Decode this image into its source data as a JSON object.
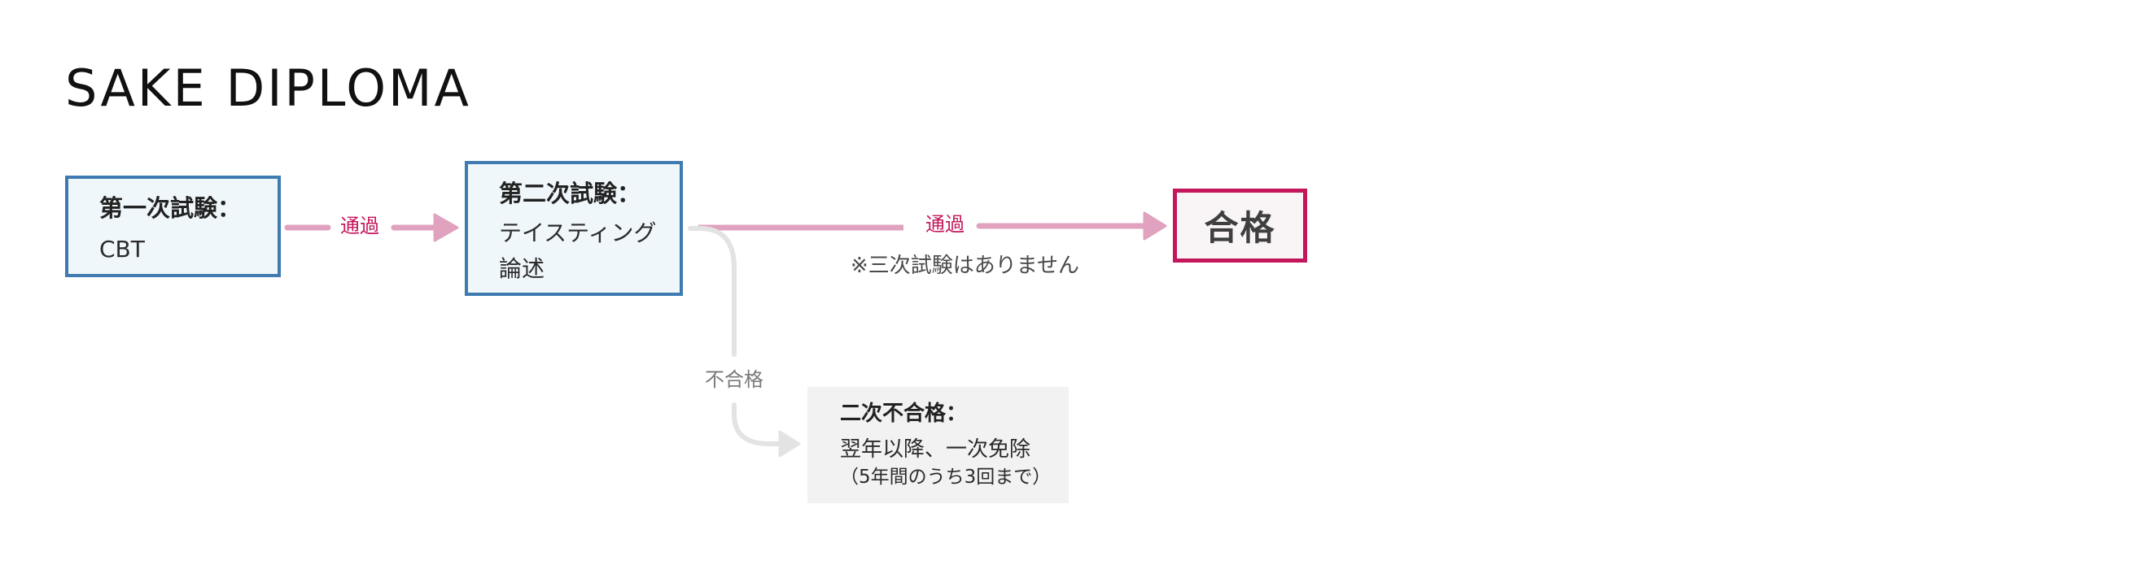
{
  "title": "SAKE DIPLOMA",
  "colors": {
    "stage_border": "#3f7bb0",
    "stage_bg": "#f0f7fa",
    "pass_arrow": "#e0a2bf",
    "pass_text": "#c4175b",
    "result_border": "#c4175b",
    "fail_arrow": "#e3e3e3",
    "fail_box_bg": "#f2f2f2"
  },
  "stages": [
    {
      "heading": "第一次試験：",
      "lines": [
        "CBT"
      ]
    },
    {
      "heading": "第二次試験：",
      "lines": [
        "テイスティング",
        "論述"
      ]
    }
  ],
  "edges": {
    "stage1_to_stage2": {
      "label": "通過",
      "icon": "arrow-right-icon"
    },
    "stage2_to_pass": {
      "label": "通過",
      "note": "※三次試験はありません",
      "icon": "arrow-right-icon"
    },
    "stage2_to_fail": {
      "label": "不合格",
      "icon": "curved-arrow-icon"
    }
  },
  "result": {
    "label": "合格"
  },
  "fail_box": {
    "heading": "二次不合格：",
    "line": "翌年以降、一次免除",
    "sub": "（5年間のうち3回まで）"
  }
}
